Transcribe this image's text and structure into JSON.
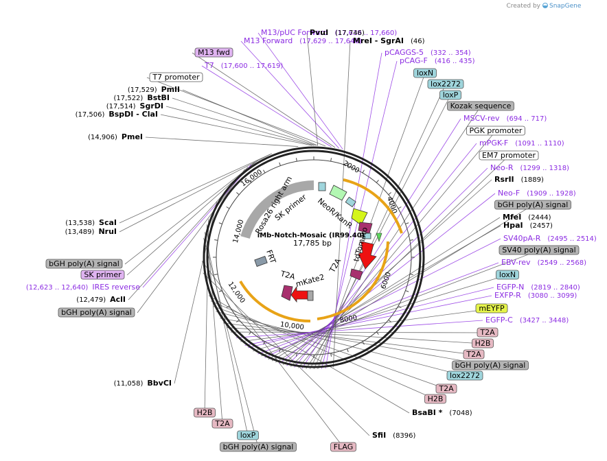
{
  "credit": {
    "prefix": "Created by",
    "brand": "SnapGene"
  },
  "plasmid": {
    "name": "iMb-Notch-Mosaic (IR99.40)",
    "length": "17,785 bp"
  },
  "ticks": [
    "2000",
    "4000",
    "6000",
    "8000",
    "10,000",
    "12,000",
    "14,000",
    "16,000"
  ],
  "feature_labels": [
    "NeoR/KanR",
    "tdTomato",
    "T2A",
    "T2A",
    "mKate2",
    "FRT",
    "SK primer",
    "Rosa26 right arm"
  ],
  "colors": {
    "enzyme": "#000000",
    "primer": "#8b2be2",
    "grey_box": "#b4b4b4",
    "teal_box": "#9fd5dc",
    "pink_box": "#e6b9c3",
    "lilac_box": "#dfb3f0",
    "yellow_box": "#e6f54a",
    "arrow_orange": "#e8a317",
    "neo_green": "#b2f7b2",
    "lime": "#d4f51a",
    "magenta": "#a8306e",
    "red": "#ee1111"
  },
  "labels": [
    {
      "kind": "primer",
      "name": "M13/pUC Forward",
      "coord": "(17,638 .. 17,660)"
    },
    {
      "kind": "primer",
      "name": "M13 Forward",
      "coord": "(17,629 .. 17,646)"
    },
    {
      "kind": "box",
      "name": "M13 fwd",
      "box": "lilac"
    },
    {
      "kind": "primer",
      "name": "T7",
      "coord": "(17,600 .. 17,619)"
    },
    {
      "kind": "box",
      "name": "T7 promoter",
      "box": "white"
    },
    {
      "kind": "enzyme",
      "name": "PmlI",
      "coord": "(17,529)"
    },
    {
      "kind": "enzyme",
      "name": "BstBI",
      "coord": "(17,522)"
    },
    {
      "kind": "enzyme",
      "name": "SgrDI",
      "coord": "(17,514)"
    },
    {
      "kind": "enzyme",
      "name": "BspDI - ClaI",
      "coord": "(17,506)"
    },
    {
      "kind": "enzyme",
      "name": "PmeI",
      "coord": "(14,906)"
    },
    {
      "kind": "enzyme",
      "name": "ScaI",
      "coord": "(13,538)"
    },
    {
      "kind": "enzyme",
      "name": "NruI",
      "coord": "(13,489)"
    },
    {
      "kind": "box",
      "name": "bGH poly(A) signal",
      "box": "grey"
    },
    {
      "kind": "box",
      "name": "SK primer",
      "box": "lilac"
    },
    {
      "kind": "primer",
      "name": "IRES reverse",
      "coord": "(12,623 .. 12,640)"
    },
    {
      "kind": "enzyme",
      "name": "AclI",
      "coord": "(12,479)"
    },
    {
      "kind": "box",
      "name": "bGH poly(A) signal",
      "box": "grey"
    },
    {
      "kind": "enzyme",
      "name": "BbvCI",
      "coord": "(11,058)"
    },
    {
      "kind": "box",
      "name": "H2B",
      "box": "pink"
    },
    {
      "kind": "box",
      "name": "T2A",
      "box": "pink"
    },
    {
      "kind": "box",
      "name": "loxP",
      "box": "teal"
    },
    {
      "kind": "box",
      "name": "bGH poly(A) signal",
      "box": "grey"
    },
    {
      "kind": "box",
      "name": "FLAG",
      "box": "pink"
    },
    {
      "kind": "enzyme",
      "name": "SfiI",
      "coord": "(8396)"
    },
    {
      "kind": "enzyme",
      "name": "BsaBI *",
      "coord": "(7048)"
    },
    {
      "kind": "box",
      "name": "H2B",
      "box": "pink"
    },
    {
      "kind": "box",
      "name": "T2A",
      "box": "pink"
    },
    {
      "kind": "box",
      "name": "lox2272",
      "box": "teal"
    },
    {
      "kind": "box",
      "name": "bGH poly(A) signal",
      "box": "grey"
    },
    {
      "kind": "box",
      "name": "T2A",
      "box": "pink"
    },
    {
      "kind": "box",
      "name": "H2B",
      "box": "pink"
    },
    {
      "kind": "box",
      "name": "T2A",
      "box": "pink"
    },
    {
      "kind": "primer",
      "name": "EGFP-C",
      "coord": "(3427 .. 3448)"
    },
    {
      "kind": "box",
      "name": "mEYFP",
      "box": "yellow"
    },
    {
      "kind": "primer",
      "name": "EXFP-R",
      "coord": "(3080 .. 3099)"
    },
    {
      "kind": "primer",
      "name": "EGFP-N",
      "coord": "(2819 .. 2840)"
    },
    {
      "kind": "box",
      "name": "loxN",
      "box": "teal"
    },
    {
      "kind": "primer",
      "name": "EBV-rev",
      "coord": "(2549 .. 2568)"
    },
    {
      "kind": "box",
      "name": "SV40 poly(A) signal",
      "box": "grey"
    },
    {
      "kind": "primer",
      "name": "SV40pA-R",
      "coord": "(2495 .. 2514)"
    },
    {
      "kind": "enzyme",
      "name": "HpaI",
      "coord": "(2457)"
    },
    {
      "kind": "enzyme",
      "name": "MfeI",
      "coord": "(2444)"
    },
    {
      "kind": "box",
      "name": "bGH poly(A) signal",
      "box": "grey"
    },
    {
      "kind": "primer",
      "name": "Neo-F",
      "coord": "(1909 .. 1928)"
    },
    {
      "kind": "enzyme",
      "name": "RsrII",
      "coord": "(1889)"
    },
    {
      "kind": "primer",
      "name": "Neo-R",
      "coord": "(1299 .. 1318)"
    },
    {
      "kind": "box",
      "name": "EM7 promoter",
      "box": "white"
    },
    {
      "kind": "primer",
      "name": "mPGK-F",
      "coord": "(1091 .. 1110)"
    },
    {
      "kind": "box",
      "name": "PGK promoter",
      "box": "white"
    },
    {
      "kind": "primer",
      "name": "MSCV-rev",
      "coord": "(694 .. 717)"
    },
    {
      "kind": "box",
      "name": "Kozak sequence",
      "box": "grey"
    },
    {
      "kind": "box",
      "name": "loxP",
      "box": "teal"
    },
    {
      "kind": "box",
      "name": "lox2272",
      "box": "teal"
    },
    {
      "kind": "box",
      "name": "loxN",
      "box": "teal"
    },
    {
      "kind": "primer",
      "name": "pCAG-F",
      "coord": "(416 .. 435)"
    },
    {
      "kind": "primer",
      "name": "pCAGGS-5",
      "coord": "(332 .. 354)"
    },
    {
      "kind": "enzyme",
      "name": "MreI - SgrAI",
      "coord": "(46)"
    },
    {
      "kind": "enzyme",
      "name": "PvuI",
      "coord": "(17,746)"
    }
  ]
}
